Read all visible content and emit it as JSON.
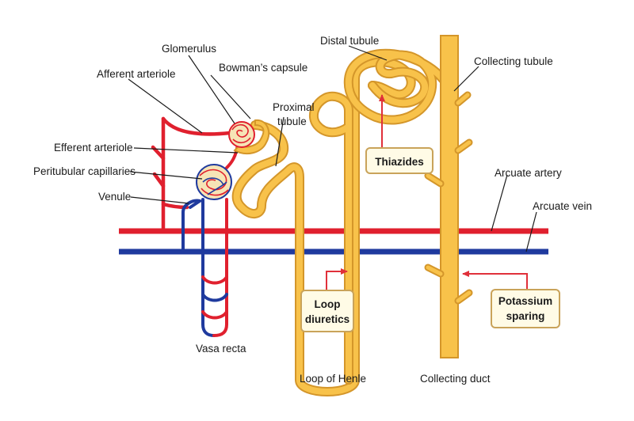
{
  "labels": {
    "glomerulus": "Glomerulus",
    "bowmans_capsule": "Bowman’s capsule",
    "afferent_arteriole": "Afferent arteriole",
    "efferent_arteriole": "Efferent arteriole",
    "peritubular_capillaries": "Peritubular capillaries",
    "venule": "Venule",
    "proximal_tubule_line1": "Proximal",
    "proximal_tubule_line2": "tubule",
    "distal_tubule": "Distal tubule",
    "collecting_tubule": "Collecting tubule",
    "arcuate_artery": "Arcuate artery",
    "arcuate_vein": "Arcuate vein",
    "vasa_recta": "Vasa recta",
    "loop_of_henle": "Loop of Henle",
    "collecting_duct": "Collecting duct"
  },
  "drug_boxes": {
    "thiazides": "Thiazides",
    "loop_line1": "Loop",
    "loop_line2": "diuretics",
    "potassium_line1": "Potassium",
    "potassium_line2": "sparing"
  },
  "colors": {
    "artery": "#e0202e",
    "vein": "#1f3a9e",
    "tubule_fill": "#f8c24a",
    "tubule_outline": "#d4962a",
    "box_fill": "#fffbe6",
    "box_border": "#c9a35a",
    "drug_arrow": "#e0303a",
    "label_text": "#1a1a1a"
  }
}
